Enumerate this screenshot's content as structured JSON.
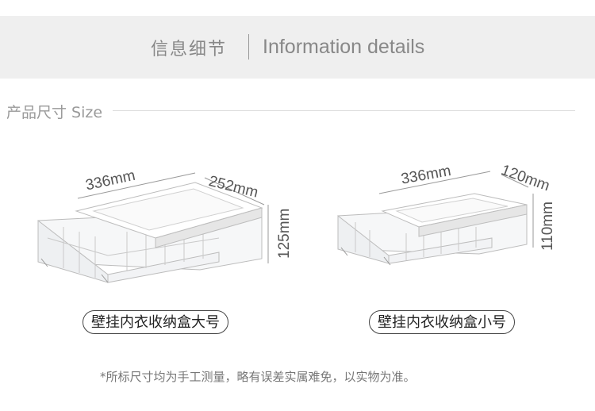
{
  "header": {
    "title_cn": "信息细节",
    "title_en": "Information details"
  },
  "section": {
    "title": "产品尺寸 Size"
  },
  "products": [
    {
      "name": "壁挂内衣收纳盒大号",
      "length": "336mm",
      "width": "252mm",
      "height": "125mm"
    },
    {
      "name": "壁挂内衣收纳盒小号",
      "length": "336mm",
      "width": "120mm",
      "height": "110mm"
    }
  ],
  "footnote": "*所标尺寸均为手工测量，略有误差实属难免，以实物为准。"
}
